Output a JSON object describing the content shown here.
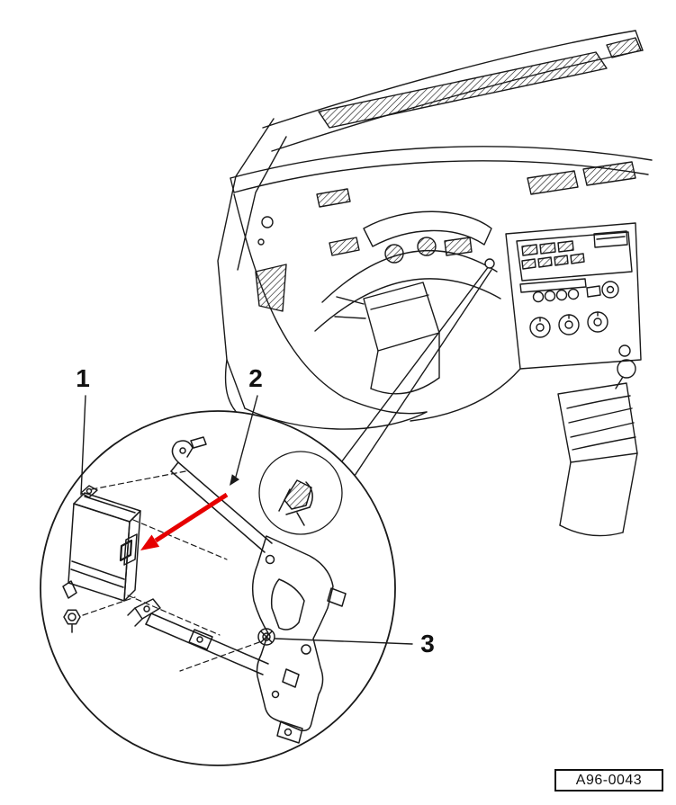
{
  "callouts": {
    "item1": "1",
    "item2": "2",
    "item3": "3"
  },
  "figure_code": "A96-0043",
  "colors": {
    "line_black": "#1a1a1a",
    "arrow_red": "#e60000",
    "background": "#ffffff"
  }
}
